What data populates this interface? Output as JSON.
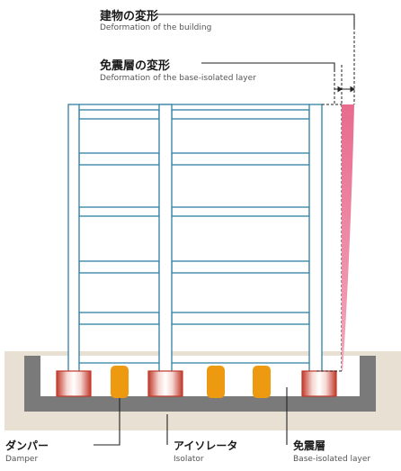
{
  "labels": {
    "building_deformation": {
      "jp": "建物の変形",
      "en": "Deformation of the building"
    },
    "isolated_layer_deformation": {
      "jp": "免震層の変形",
      "en": "Deformation of the base-isolated layer"
    },
    "damper": {
      "jp": "ダンパー",
      "en": "Damper"
    },
    "isolator": {
      "jp": "アイソレータ",
      "en": "Isolator"
    },
    "base_isolated_layer": {
      "jp": "免震層",
      "en": "Base-isolated layer"
    }
  },
  "colors": {
    "structure_blue": "#2e7fa3",
    "ground_beige": "#e8e0d2",
    "pit_gray": "#7a7a7a",
    "damper_orange": "#ee9a10",
    "isolator_red": "#c0392b",
    "deformation_pink": "#e86b8e"
  }
}
